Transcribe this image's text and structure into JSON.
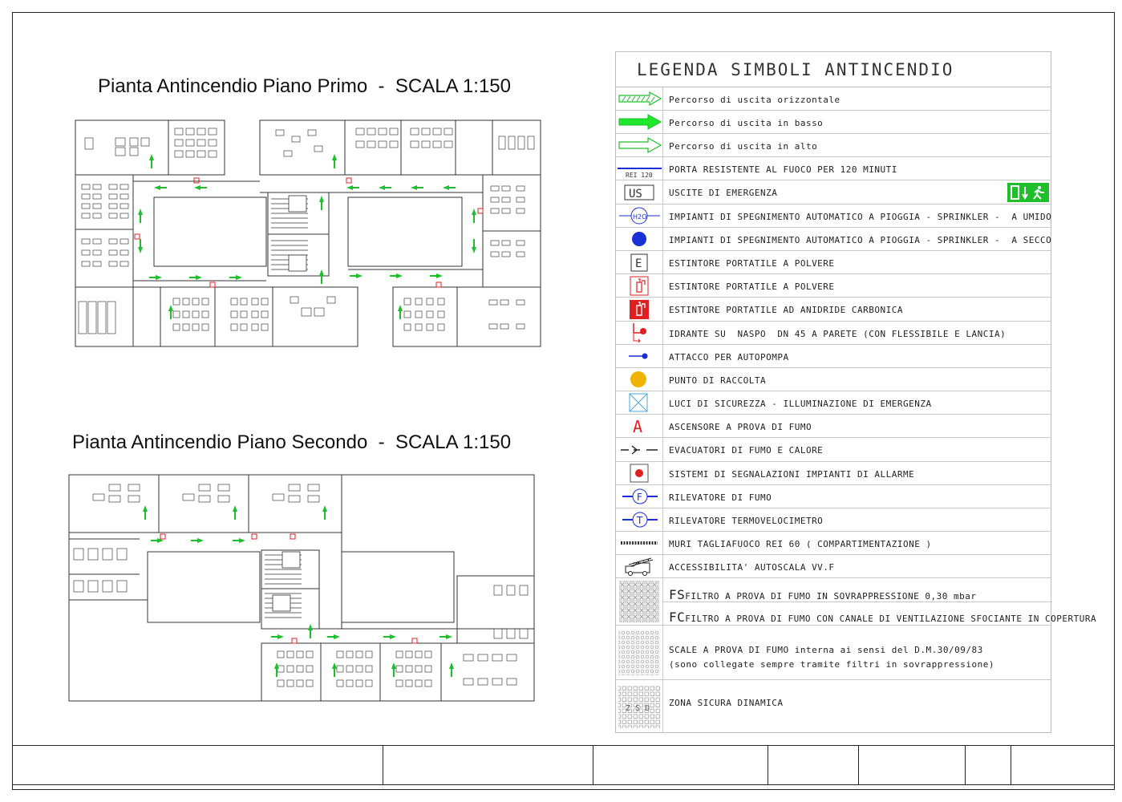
{
  "plans": {
    "first_floor_title": "Pianta Antincendio Piano Primo  -  SCALA 1:150",
    "second_floor_title": "Pianta Antincendio Piano Secondo  -  SCALA 1:150"
  },
  "legend": {
    "title": "LEGENDA SIMBOLI ANTINCENDIO",
    "rows": [
      {
        "icon": "hatched-arrow-icon",
        "label": "Percorso di uscita orizzontale"
      },
      {
        "icon": "solid-green-arrow-icon",
        "label": "Percorso di uscita in basso"
      },
      {
        "icon": "outline-green-arrow-icon",
        "label": "Percorso di uscita in alto"
      },
      {
        "icon": "rei-door-icon",
        "label": "PORTA RESISTENTE AL FUOCO PER 120 MINUTI",
        "symbol_text": "REI 120"
      },
      {
        "icon": "emergency-exit-icon",
        "label": "USCITE DI EMERGENZA",
        "symbol_text": "US"
      },
      {
        "icon": "sprinkler-wet-icon",
        "label": "IMPIANTI DI SPEGNIMENTO AUTOMATICO A PIOGGIA - SPRINKLER -  A UMIDO",
        "symbol_text": "H2O"
      },
      {
        "icon": "sprinkler-dry-icon",
        "label": "IMPIANTI DI SPEGNIMENTO AUTOMATICO A PIOGGIA - SPRINKLER -  A SECCO"
      },
      {
        "icon": "extinguisher-e-icon",
        "label": "ESTINTORE PORTATILE A POLVERE",
        "symbol_text": "E"
      },
      {
        "icon": "extinguisher-red-outline-icon",
        "label": "ESTINTORE PORTATILE A POLVERE"
      },
      {
        "icon": "extinguisher-co2-icon",
        "label": "ESTINTORE PORTATILE AD ANIDRIDE CARBONICA"
      },
      {
        "icon": "hydrant-icon",
        "label": "IDRANTE SU  NASPO  DN 45 A PARETE (CON FLESSIBILE E LANCIA)"
      },
      {
        "icon": "fire-pump-connection-icon",
        "label": "ATTACCO PER AUTOPOMPA"
      },
      {
        "icon": "assembly-point-icon",
        "label": "PUNTO DI RACCOLTA"
      },
      {
        "icon": "emergency-light-icon",
        "label": "LUCI DI SICUREZZA - ILLUMINAZIONE DI EMERGENZA"
      },
      {
        "icon": "smoke-proof-elevator-icon",
        "label": "ASCENSORE A PROVA DI FUMO",
        "symbol_text": "A"
      },
      {
        "icon": "smoke-heat-vent-icon",
        "label": "EVACUATORI DI FUMO E CALORE"
      },
      {
        "icon": "alarm-system-icon",
        "label": "SISTEMI DI SEGNALAZIONI IMPIANTI DI ALLARME"
      },
      {
        "icon": "smoke-detector-icon",
        "label": "RILEVATORE DI FUMO",
        "symbol_text": "F"
      },
      {
        "icon": "heat-detector-icon",
        "label": "RILEVATORE TERMOVELOCIMETRO",
        "symbol_text": "T"
      },
      {
        "icon": "firewall-icon",
        "label": "MURI TAGLIAFUOCO REI 60 ( COMPARTIMENTAZIONE )"
      },
      {
        "icon": "fire-truck-icon",
        "label": "ACCESSIBILITA' AUTOSCALA VV.F"
      },
      {
        "icon": "filter-zone-icon",
        "label": "FILTRO A PROVA DI FUMO IN SOVRAPPRESSIONE 0,30 mbar",
        "symbol_text": "FS",
        "label2": "FILTRO A PROVA DI FUMO CON CANALE DI VENTILAZIONE SFOCIANTE IN COPERTURA",
        "symbol_text2": "FC"
      },
      {
        "icon": "smoke-proof-stairs-icon",
        "label": "SCALE A PROVA DI FUMO interna ai sensi del D.M.30/09/83",
        "label2": "(sono collegate sempre tramite filtri in sovrappressione)"
      },
      {
        "icon": "dynamic-safe-zone-icon",
        "label": "ZONA SICURA DINAMICA",
        "symbol_text": "Z S D"
      }
    ]
  },
  "colors": {
    "exit_green": "#1fbf2c",
    "sprinkler_blue": "#1a2fd6",
    "extinguisher_red": "#e02020",
    "assembly_orange": "#f0b400",
    "line": "#333333"
  }
}
